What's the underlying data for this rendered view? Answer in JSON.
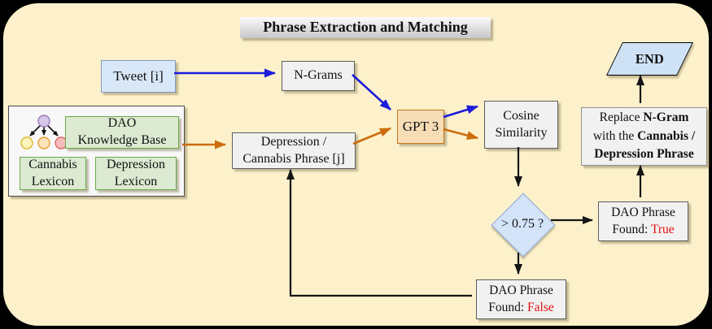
{
  "title": "Phrase Extraction and Matching",
  "palette": {
    "background": "#fcf1ca",
    "outer": "#000000",
    "arrow_blue": "#1c1cdb",
    "arrow_orange": "#cc6c0e",
    "arrow_black": "#151515",
    "box_gray_fill": "#f1f1f1",
    "box_blue_fill": "#d9e8f8",
    "box_green_fill": "#dcead2",
    "box_orange_fill": "#f7ddb6",
    "diamond_fill": "#d3e3f8",
    "status_red": "#e01212"
  },
  "nodes": {
    "tweet": {
      "label": "Tweet [i]"
    },
    "ngrams": {
      "label": "N-Grams"
    },
    "gpt3": {
      "label": "GPT 3"
    },
    "cosine": {
      "line1": "Cosine",
      "line2": "Similarity"
    },
    "phrase": {
      "line1": "Depression /",
      "line2": "Cannabis Phrase [j]"
    },
    "dao_kb": {
      "line1": "DAO",
      "line2": "Knowledge Base"
    },
    "cannabis_lexicon": {
      "line1": "Cannabis",
      "line2": "Lexicon"
    },
    "depression_lexicon": {
      "line1": "Depression",
      "line2": "Lexicon"
    },
    "decision": {
      "label": "> 0.75 ?"
    },
    "found_true": {
      "line1": "DAO Phrase",
      "prefix": "Found: ",
      "value": "True"
    },
    "found_false": {
      "line1": "DAO Phrase",
      "prefix": "Found: ",
      "value": "False"
    },
    "replace": {
      "t1": "Replace ",
      "b1": "N-Gram",
      "t2": "with the ",
      "b2": "Cannabis /",
      "b3": "Depression Phrase"
    },
    "end": {
      "label": "END"
    }
  },
  "icon": {
    "tree_icon": "hierarchy-tree-icon"
  }
}
